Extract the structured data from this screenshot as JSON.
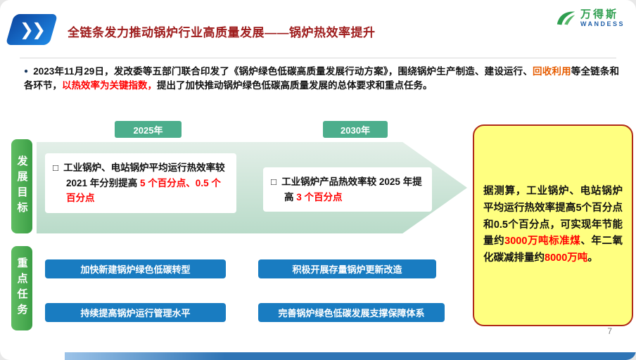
{
  "page": {
    "number": "7"
  },
  "header": {
    "chevron_icon": "❯❯",
    "title": "全链条发力推动锅炉行业高质量发展——锅炉热效率提升",
    "logo": {
      "name": "万得斯",
      "subtitle": "WANDESS"
    }
  },
  "colors": {
    "title_red": "#9e1c1c",
    "highlight_red": "#ff0000",
    "highlight_orange": "#e65c00",
    "tag_green": "#3c9e46",
    "badge_green": "#4cae8c",
    "button_blue": "#197cc1",
    "callout_yellow": "#ffff80",
    "footer_blue": "#2e74b5"
  },
  "intro": {
    "bullet": "●",
    "segments": [
      {
        "text": "2023年11月29日，发改委等五部门联合印发了《锅炉绿色低碳高质量发展行动方案》，围绕锅炉生产制造、建设运行、"
      },
      {
        "text": "回收利用",
        "color": "#e65c00"
      },
      {
        "text": "等全链条和各环节，"
      },
      {
        "text": "以热效率为关键指数，",
        "color": "#ff0000"
      },
      {
        "text": "提出了加快推动锅炉绿色低碳高质量发展的总体要求和重点任务。"
      }
    ]
  },
  "timeline": {
    "years": [
      "2025年",
      "2030年"
    ],
    "goal1": {
      "marker": "□",
      "segments": [
        {
          "text": "工业锅炉、电站锅炉平均运行热效率较 2021 年分别提高 "
        },
        {
          "text": "5 个百分点、0.5 个百分点",
          "color": "#ff0000"
        }
      ]
    },
    "goal2": {
      "marker": "□",
      "segments": [
        {
          "text": "工业锅炉产品热效率较 2025 年提高 "
        },
        {
          "text": "3 个百分点",
          "color": "#ff0000"
        }
      ]
    }
  },
  "side_labels": {
    "goals": "发展目标",
    "tasks": "重点任务"
  },
  "tasks": [
    "加快新建锅炉绿色低碳转型",
    "积极开展存量锅炉更新改造",
    "持续提高锅炉运行管理水平",
    "完善锅炉绿色低碳发展支撑保障体系"
  ],
  "callout": {
    "segments": [
      {
        "text": "据测算，工业锅炉、电站锅炉平均运行热效率提高5个百分点和0.5个百分点，可实现年节能量约"
      },
      {
        "text": "3000万吨标准煤",
        "color": "#ff0000"
      },
      {
        "text": "、年二氧化碳减排量约"
      },
      {
        "text": "8000万吨",
        "color": "#ff0000"
      },
      {
        "text": "。"
      }
    ]
  }
}
